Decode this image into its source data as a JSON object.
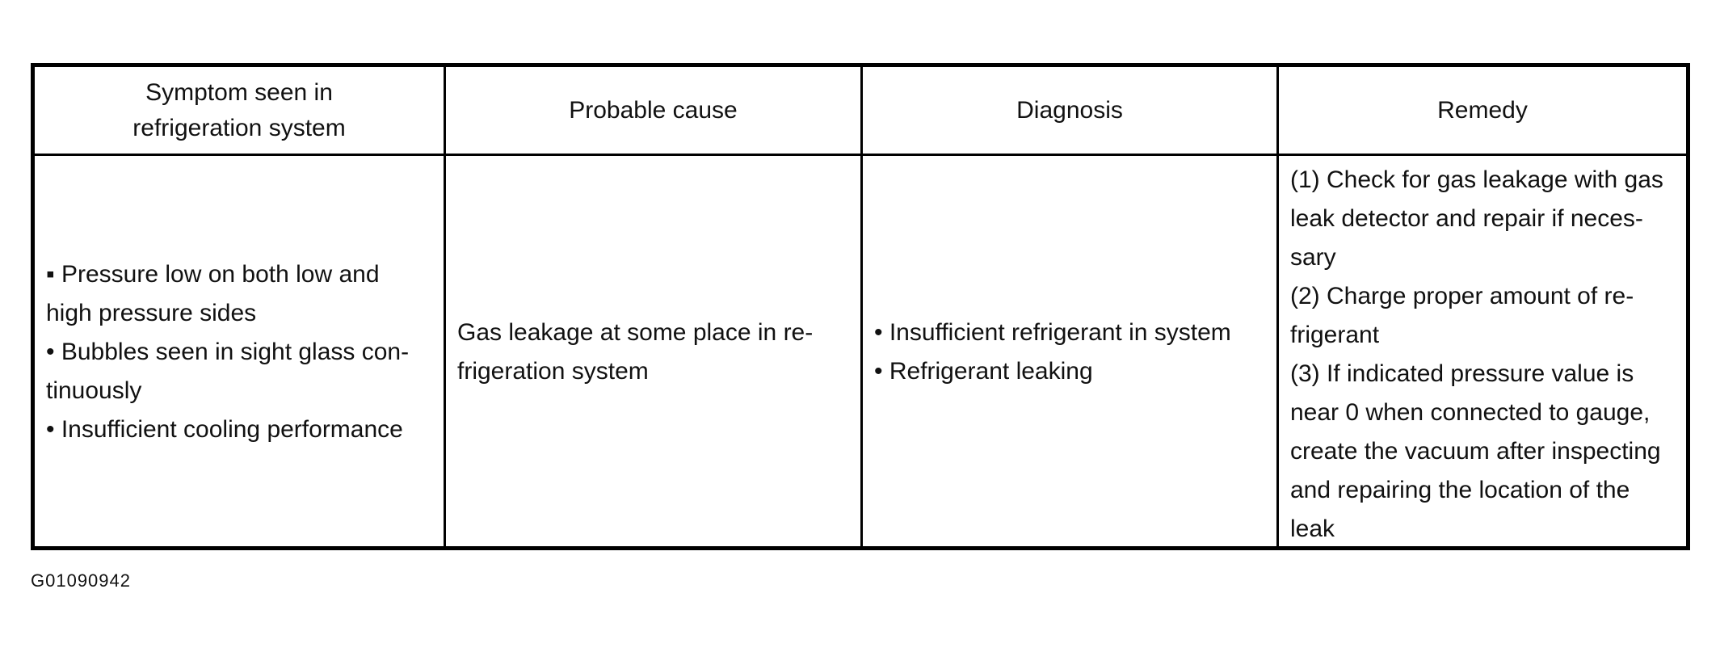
{
  "table": {
    "headers": {
      "symptom": [
        "Symptom seen in",
        "refrigeration system"
      ],
      "cause": "Probable cause",
      "diagnosis": "Diagnosis",
      "remedy": "Remedy"
    },
    "row": {
      "symptom_lines": [
        "▪ Pressure low on both low and",
        "high pressure sides",
        "• Bubbles seen in sight glass con-",
        "tinuously",
        "• Insufficient cooling performance"
      ],
      "cause_lines": [
        "Gas leakage at some place in re-",
        "frigeration system"
      ],
      "diagnosis_lines": [
        "• Insufficient refrigerant in system",
        "• Refrigerant leaking"
      ],
      "remedy_lines": [
        "(1) Check for gas leakage with gas",
        "leak detector and repair if neces-",
        "sary",
        "(2) Charge proper amount of re-",
        "frigerant",
        "(3) If indicated pressure value is",
        "near 0 when connected to gauge,",
        "create the vacuum after inspecting",
        "and repairing the location of the",
        "leak"
      ]
    }
  },
  "figure_id": "G01090942"
}
